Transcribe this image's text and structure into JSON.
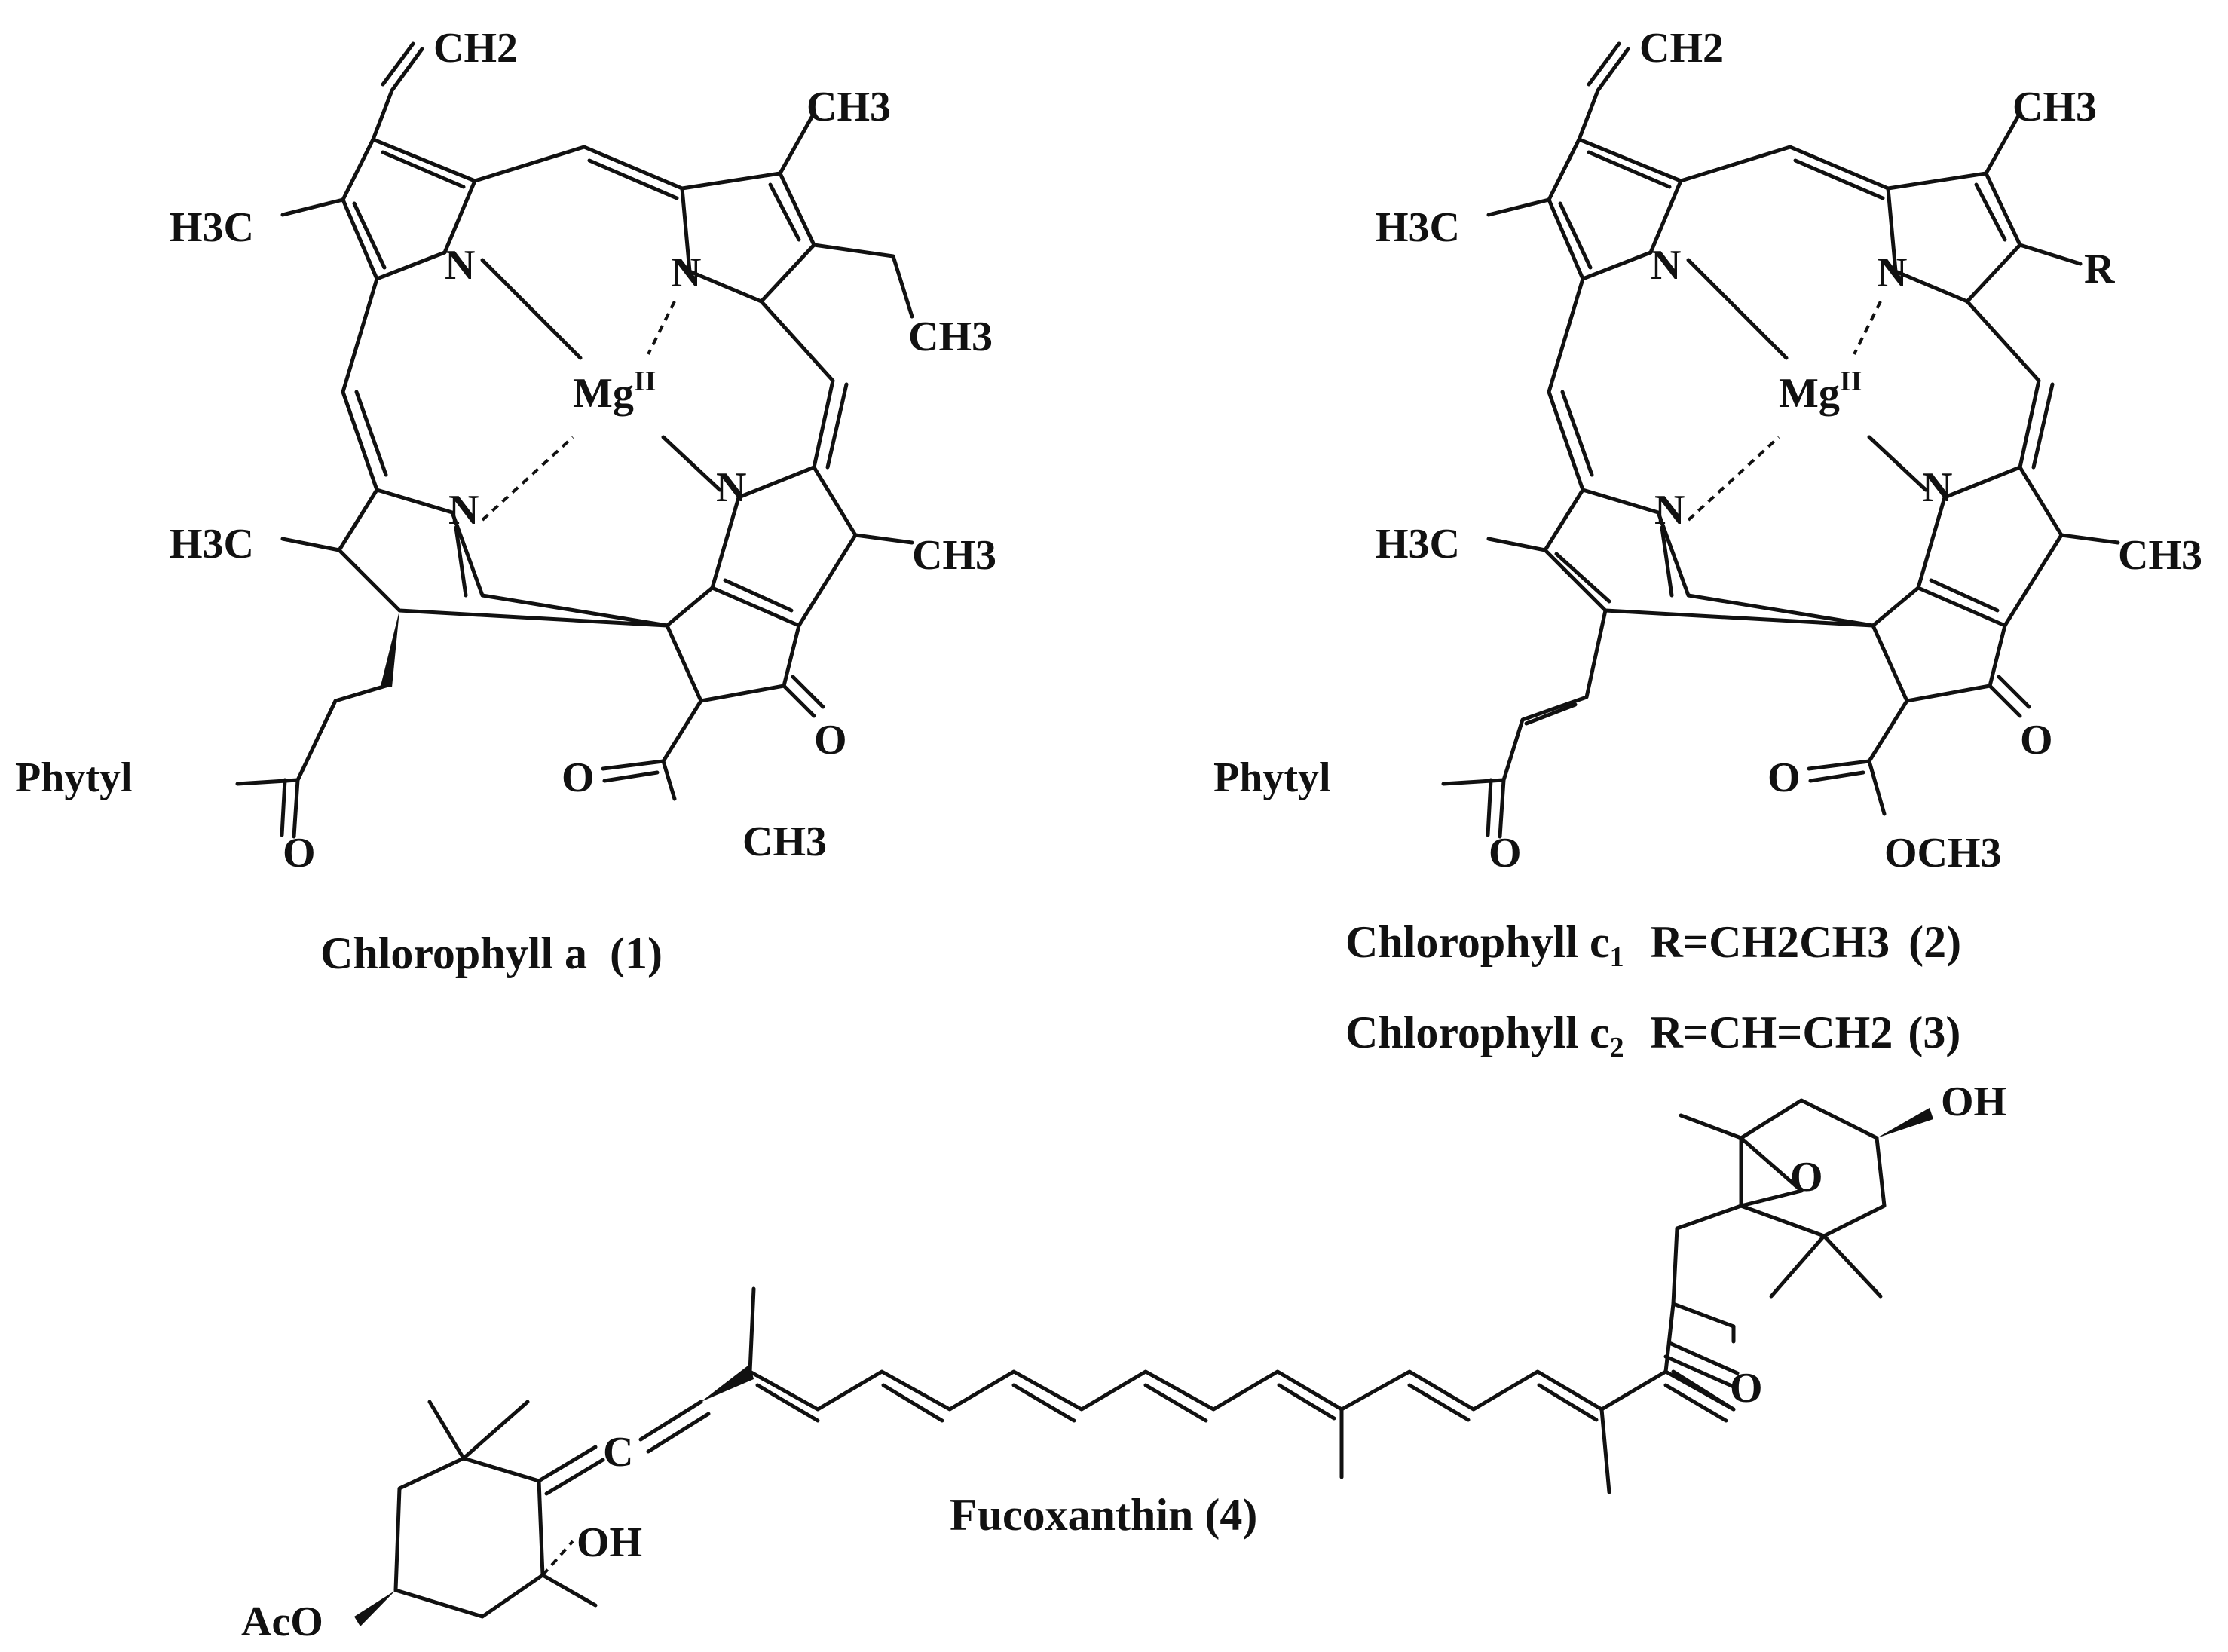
{
  "compounds": [
    {
      "caption": "Chlorophyll a",
      "number": "(1)",
      "labels": {
        "vinyl": "CH2",
        "methyl_top_right": "CH3",
        "ethyl_ch3": "CH3",
        "h3c_left_top": "H3C",
        "h3c_left_bottom": "H3C",
        "methyl_right": "CH3",
        "metal": "Mg",
        "metal_ox": "II",
        "n1": "N",
        "n2": "N",
        "n3": "N",
        "n4": "N",
        "phytyl": "Phytyl",
        "o_ester": "O",
        "o_ketone": "O",
        "o_acyl": "O",
        "acyl_ch3": "CH3"
      }
    },
    {
      "caption_1": "Chlorophyll c",
      "sub_1": "1",
      "formula_1": "R=CH2CH3",
      "number_1": "(2)",
      "caption_2": "Chlorophyll c",
      "sub_2": "2",
      "formula_2": "R=CH=CH2",
      "number_2": "(3)",
      "labels": {
        "vinyl": "CH2",
        "methyl_top_right": "CH3",
        "r_group": "R",
        "h3c_left_top": "H3C",
        "h3c_left_bottom": "H3C",
        "methyl_right": "CH3",
        "metal": "Mg",
        "metal_ox": "II",
        "n1": "N",
        "n2": "N",
        "n3": "N",
        "n4": "N",
        "phytyl": "Phytyl",
        "o_ester": "O",
        "o_ketone": "O",
        "o_ester2": "O",
        "och3": "OCH3"
      }
    },
    {
      "caption": "Fucoxanthin (4)",
      "labels": {
        "oh_top": "OH",
        "epoxide_o": "O",
        "ketone_o": "O",
        "allene_c": "C",
        "oh_bottom": "OH",
        "aco": "AcO"
      }
    }
  ]
}
